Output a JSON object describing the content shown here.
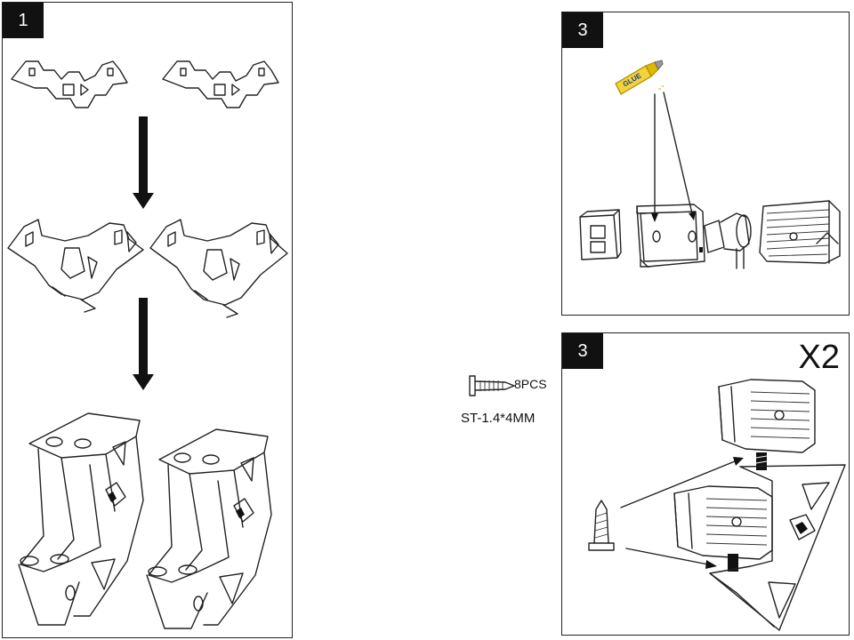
{
  "steps": {
    "step1": {
      "number": "1"
    },
    "step3_glue": {
      "number": "3",
      "glue_label": "GLUE"
    },
    "step3_mount": {
      "number": "3",
      "multiplier": "X2"
    }
  },
  "screw": {
    "quantity": "8PCS",
    "size": "ST-1.4*4MM"
  },
  "colors": {
    "line": "#222222",
    "badge": "#111111",
    "glue_tube": "#f3d23c",
    "background": "#ffffff"
  }
}
